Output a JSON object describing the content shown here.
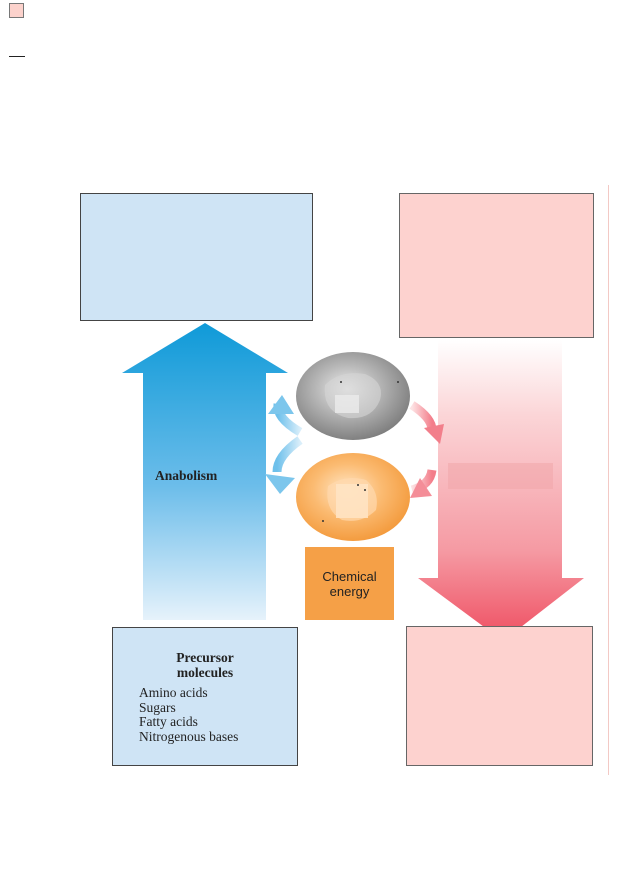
{
  "labels": {
    "anabolism": "Anabolism",
    "chemical_energy_line1": "Chemical",
    "chemical_energy_line2": "energy",
    "precursor_title_line1": "Precursor",
    "precursor_title_line2": "molecules"
  },
  "precursor_items": [
    "Amino acids",
    "Sugars",
    "Fatty acids",
    "Nitrogenous bases"
  ],
  "colors": {
    "anabolism_blue": "#1ea1dc",
    "catabolism_red": "#f0596b",
    "atp_gray": "#9a9a9a",
    "adp_orange": "#f5a047",
    "blue_box": "#cfe4f5",
    "pink_box": "#fdd2cf"
  }
}
